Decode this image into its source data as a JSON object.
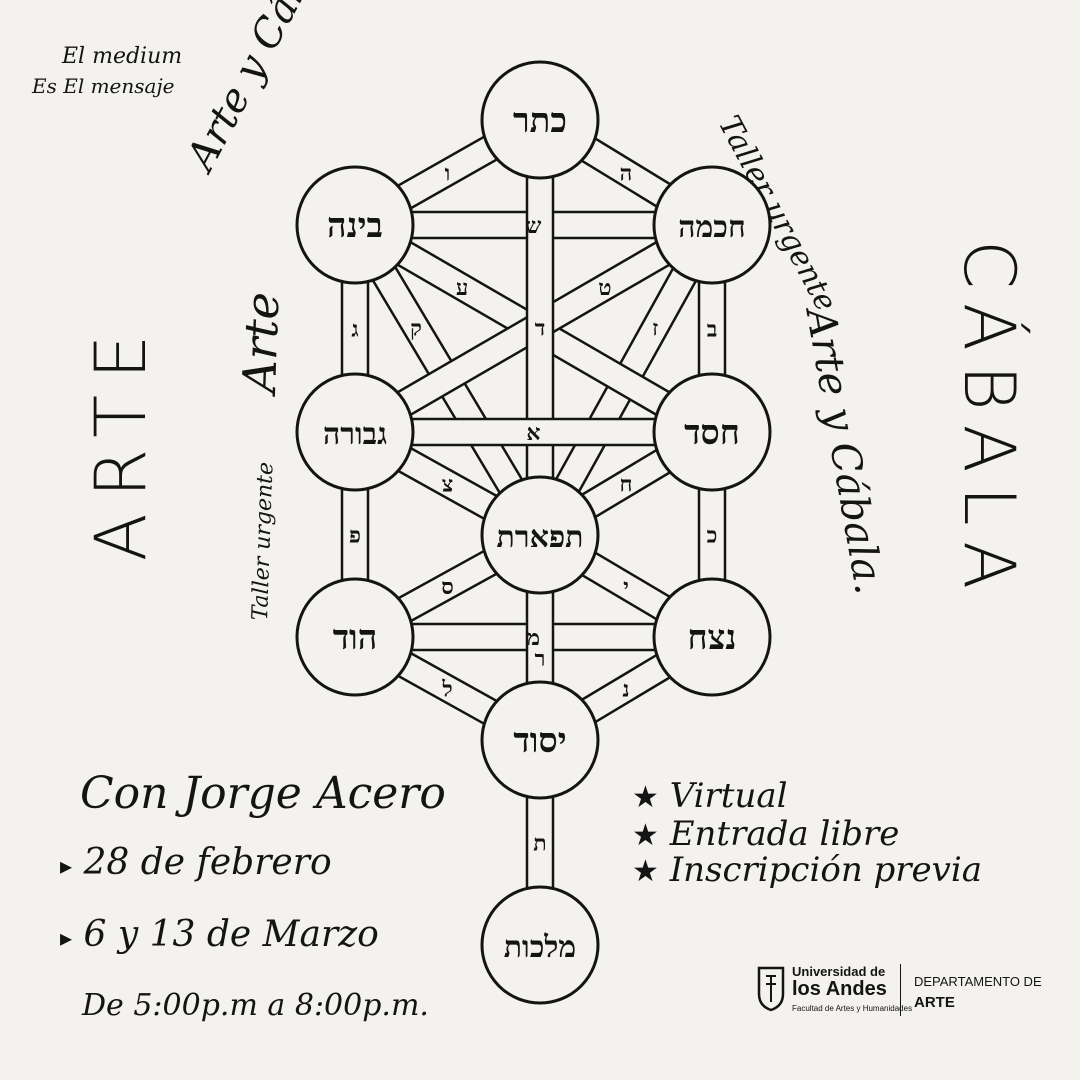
{
  "corner_note": {
    "line1": "El medium",
    "line2": "Es El mensaje"
  },
  "side_left": {
    "big": "ARTE",
    "script_arc": "Arte y Cábala.",
    "script_small": "Taller urgente",
    "script_big": "Arte"
  },
  "side_right": {
    "big": "CÁBALA",
    "script_top": "Taller urgente",
    "script_mid": "Arte y Cábala."
  },
  "sefirot": {
    "keter": "כתר",
    "binah": "בינה",
    "chokhmah": "חכמה",
    "gevurah": "גבורה",
    "chesed": "חסד",
    "tiferet": "תפארת",
    "hod": "הוד",
    "netzach": "נצח",
    "yesod": "יסוד",
    "malkhut": "מלכות"
  },
  "path_letters": {
    "keter_binah": "ו",
    "keter_chokhmah": "ה",
    "binah_chokhmah": "ש",
    "binah_tiferet": "ק",
    "chokhmah_tiferet": "ז",
    "binah_gevurah": "ג",
    "chokhmah_chesed": "ב",
    "binah_chesed": "ע",
    "chokhmah_gevurah": "ט",
    "keter_tiferet": "ד",
    "gevurah_chesed": "א",
    "gevurah_tiferet": "צ",
    "chesed_tiferet": "ח",
    "gevurah_hod": "פ",
    "chesed_netzach": "כ",
    "tiferet_hod": "ס",
    "tiferet_netzach": "י",
    "hod_netzach": "מ",
    "tiferet_yesod": "ר",
    "hod_yesod": "ל",
    "netzach_yesod": "נ",
    "yesod_malkhut": "ת"
  },
  "host": "Con Jorge Acero",
  "dates": [
    {
      "bullet": "▸",
      "text": "28 de febrero"
    },
    {
      "bullet": "▸",
      "text": "6 y 13 de Marzo"
    }
  ],
  "time": "De 5:00p.m a 8:00p.m.",
  "features": [
    {
      "bullet": "★",
      "text": "Virtual"
    },
    {
      "bullet": "★",
      "text": "Entrada libre"
    },
    {
      "bullet": "★",
      "text": "Inscripción previa"
    }
  ],
  "logo": {
    "university_line1": "Universidad de",
    "university_line2": "los Andes",
    "faculty": "Facultad de Artes y Humanidades",
    "dept_line1": "DEPARTAMENTO DE",
    "dept_line2": "ARTE"
  },
  "colors": {
    "background": "#f3f2ee",
    "ink": "#141414"
  }
}
